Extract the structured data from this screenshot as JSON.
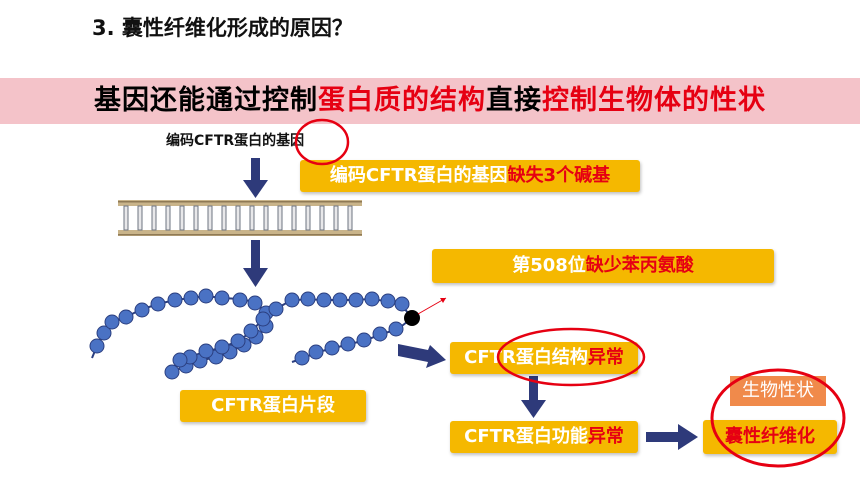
{
  "title": "3. 囊性纤维化形成的原因？",
  "banner": {
    "part1": "基因还能通过控制",
    "part2": "蛋白质的结构",
    "part3": "直接",
    "part4": "控制生物体的性状"
  },
  "gene_label": "编码CFTR蛋白的基因",
  "box1": {
    "normal": "编码CFTR蛋白的基因",
    "red": "缺失3个碱基"
  },
  "box2": {
    "normal": "第508位",
    "red": "缺少苯丙氨酸"
  },
  "box3": {
    "normal": "CFTR蛋白片段"
  },
  "box4": {
    "normal": "CFTR蛋白结构",
    "red": "异常"
  },
  "box5": {
    "normal": "CFTR蛋白功能",
    "red": "异常"
  },
  "box6": {
    "red": "囊性纤维化"
  },
  "trait_label": "生物性状",
  "colors": {
    "banner_bg": "#f4c3c9",
    "accent_red": "#e60012",
    "box_gold": "#f5b800",
    "arrow_navy": "#2e3a7a",
    "bead_blue": "#4a72c4",
    "trait_orange": "#f08a4b"
  }
}
